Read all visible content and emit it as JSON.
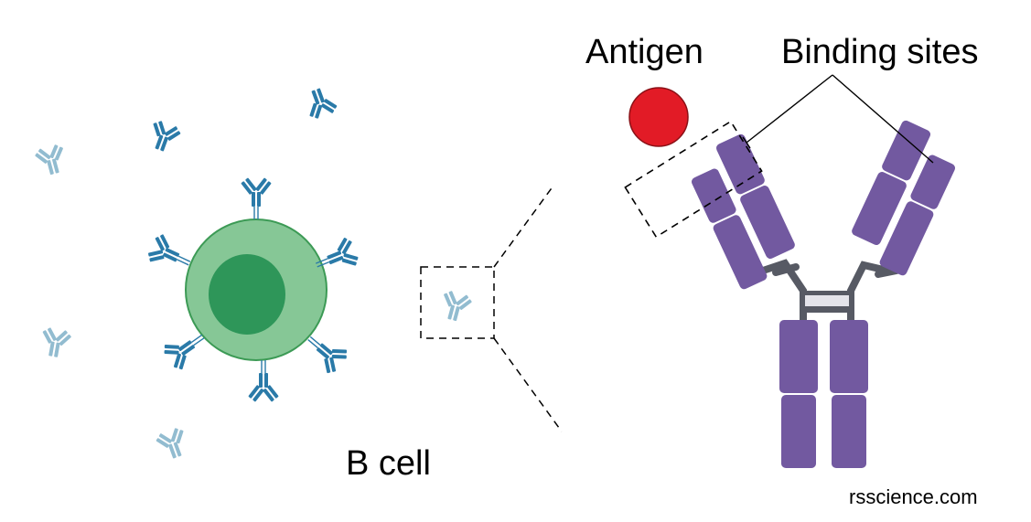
{
  "labels": {
    "b_cell": "B cell",
    "antigen": "Antigen",
    "binding_sites": "Binding sites",
    "credit": "rsscience.com"
  },
  "colors": {
    "cell_outer": "#86c796",
    "cell_border": "#3c9a55",
    "nucleus": "#2e9659",
    "antibody_bound": "#2a7aa8",
    "antibody_free": "#92bcd0",
    "antigen": "#e21b26",
    "antibody_big": "#7259a0",
    "hinge": "#575a64"
  }
}
